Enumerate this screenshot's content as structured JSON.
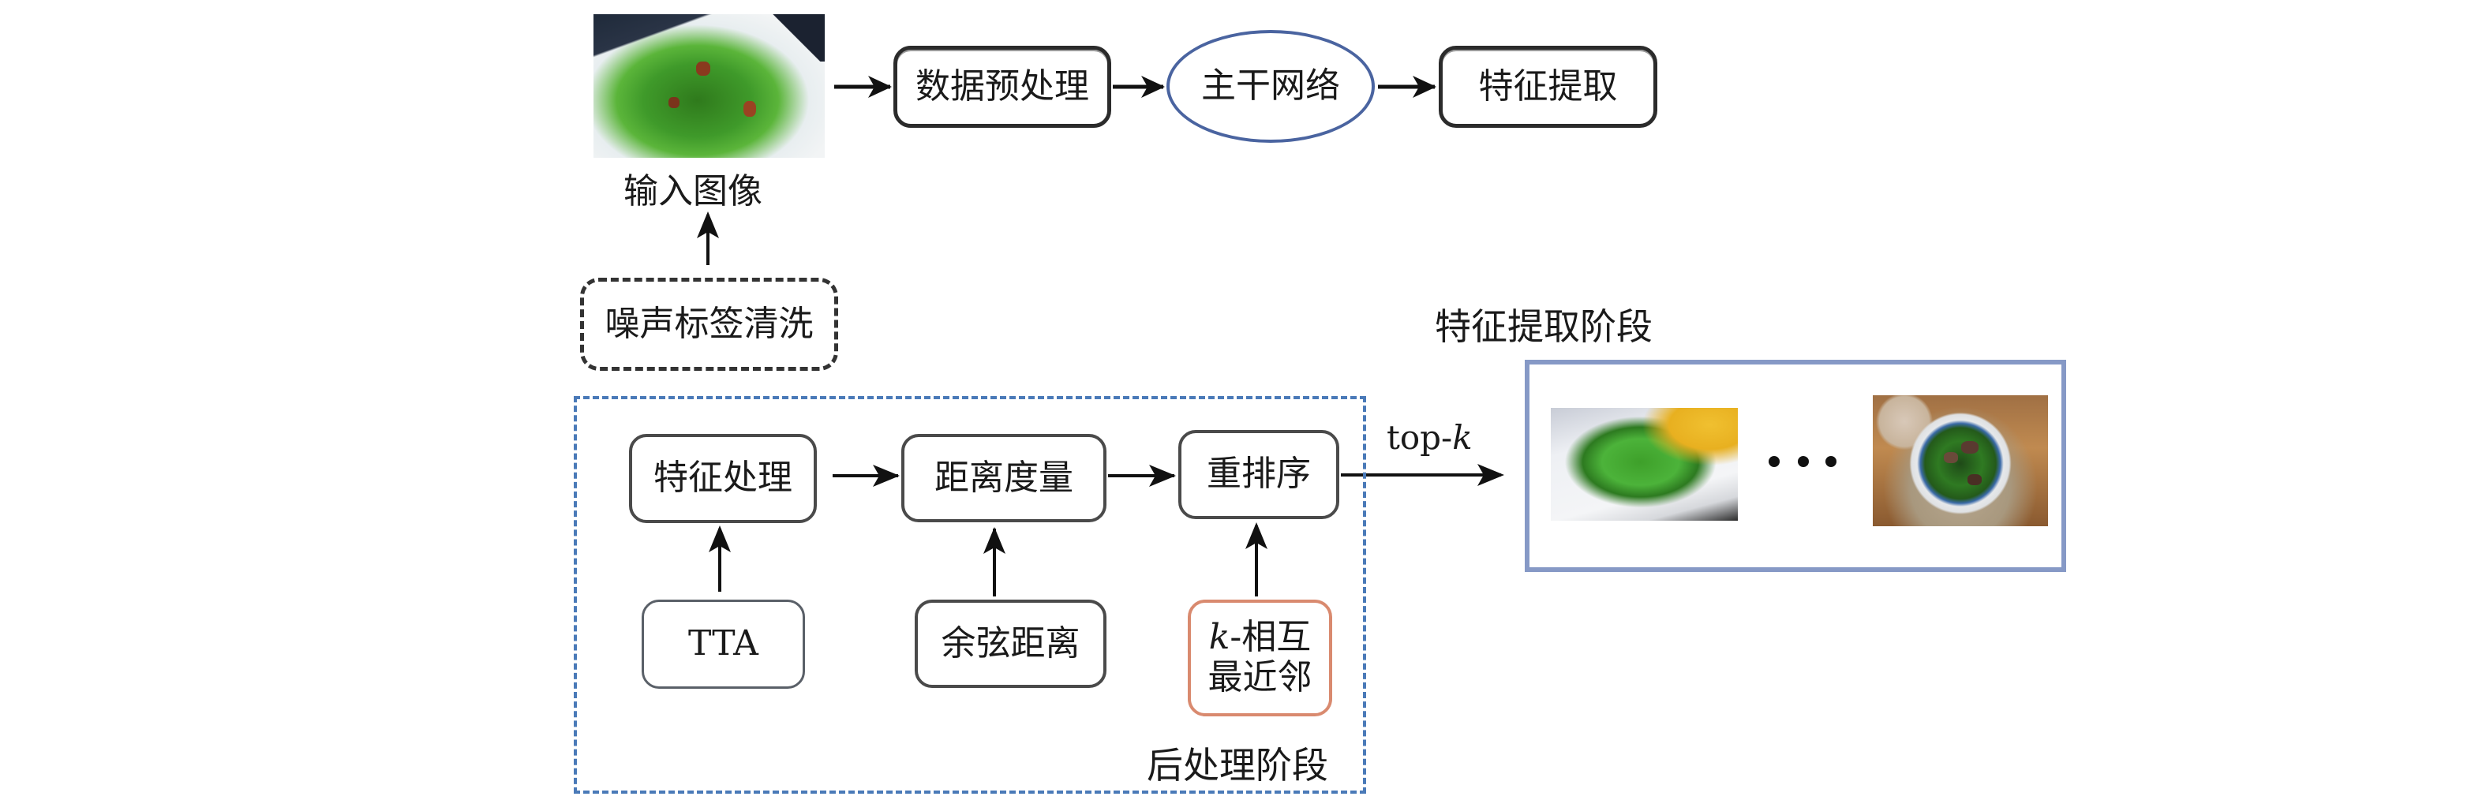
{
  "diagram": {
    "top_row": {
      "input_image_label": "输入图像",
      "data_preprocessing": "数据预处理",
      "backbone_network": "主干网络",
      "feature_extraction": "特征提取"
    },
    "noise_label_cleaning": "噪声标签清洗",
    "feature_extraction_stage_label": "特征提取阶段",
    "post_processing": {
      "stage_label": "后处理阶段",
      "feature_processing": "特征处理",
      "distance_metric": "距离度量",
      "reranking": "重排序",
      "tta": "TTA",
      "cosine_distance": "余弦距离",
      "k_reciprocal_k": "k",
      "k_reciprocal_line1_rest": "-相互",
      "k_reciprocal_line2": "最近邻"
    },
    "topk_label_prefix": "top-",
    "topk_label_k": "k",
    "results": {
      "ellipsis": "• • •",
      "images": [
        {
          "description": "plate of stir-fried green vegetables (result 1)"
        },
        {
          "description": "bowl of green vegetables with mushrooms (result k)"
        }
      ]
    },
    "colors": {
      "ellipse_border": "#4a64a0",
      "container_dash": "#4a7ab8",
      "result_box_border": "#8699c6",
      "k_reciprocal_border": "#d98a6f"
    }
  }
}
